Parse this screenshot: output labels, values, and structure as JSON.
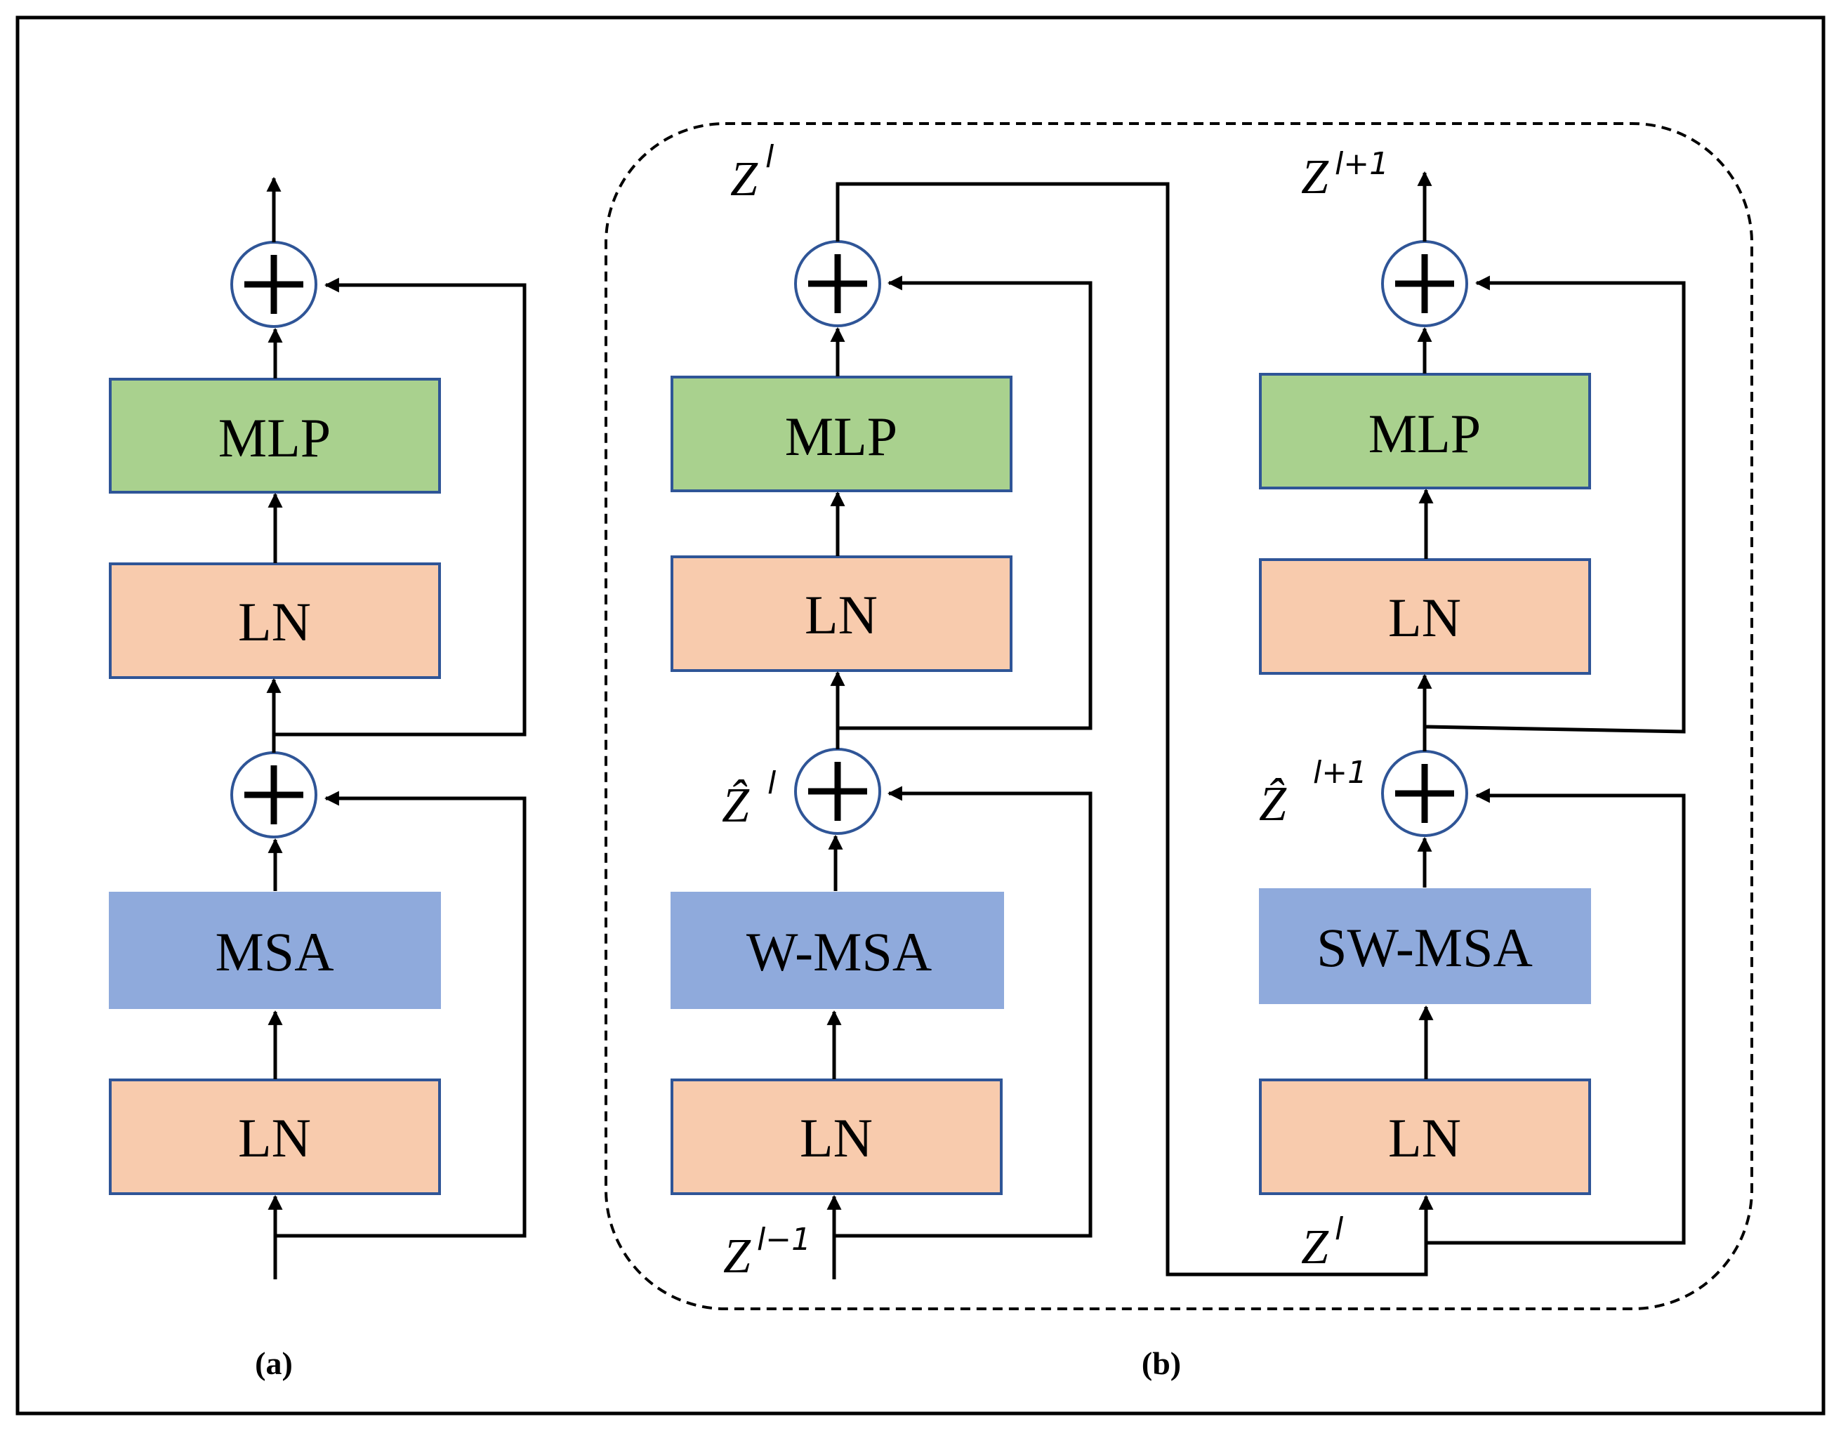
{
  "panel_a": {
    "caption": "(a)",
    "blocks": {
      "ln_bottom": "LN",
      "attention": "MSA",
      "ln_top": "LN",
      "mlp": "MLP"
    }
  },
  "panel_b": {
    "caption": "(b)",
    "block_l": {
      "ln_bottom": "LN",
      "attention": "W-MSA",
      "ln_top": "LN",
      "mlp": "MLP"
    },
    "block_l1": {
      "ln_bottom": "LN",
      "attention": "SW-MSA",
      "ln_top": "LN",
      "mlp": "MLP"
    },
    "labels": {
      "z_l_minus_1_base": "Z",
      "z_l_minus_1_sup": "l−1",
      "z_hat_l_base": "Ẑ",
      "z_hat_l_sup": "l",
      "z_l_top_base": "Z",
      "z_l_top_sup": "l",
      "z_l_bottom_base": "Z",
      "z_l_bottom_sup": "l",
      "z_hat_l1_base": "Ẑ",
      "z_hat_l1_sup": "l+1",
      "z_l1_top_base": "Z",
      "z_l1_top_sup": "l+1"
    }
  },
  "colors": {
    "ln_fill": "#f8cbad",
    "mlp_fill": "#a9d18e",
    "msa_fill": "#8faadc",
    "box_stroke": "#2f5597",
    "adder_stroke": "#2f5597"
  }
}
